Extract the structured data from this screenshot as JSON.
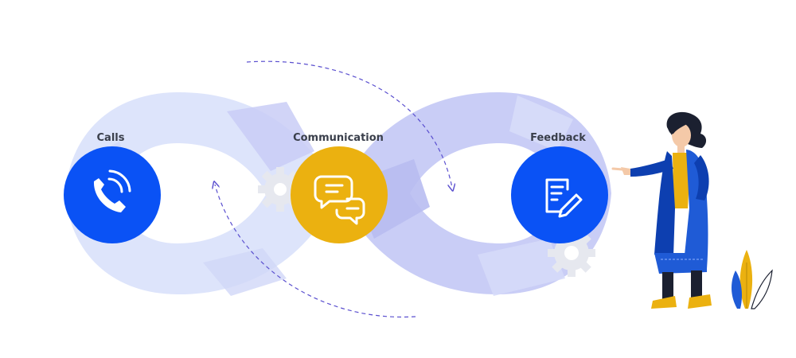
{
  "nodes": [
    {
      "id": "calls",
      "label": "Calls",
      "icon": "phone-icon",
      "color": "#0a52f5"
    },
    {
      "id": "communication",
      "label": "Communication",
      "icon": "chat-bubbles-icon",
      "color": "#ebb110"
    },
    {
      "id": "feedback",
      "label": "Feedback",
      "icon": "document-edit-icon",
      "color": "#0a52f5"
    }
  ],
  "colors": {
    "loop_light": "#dde4fb",
    "loop_mid": "#c9cdf6",
    "gear": "#e6e8ef",
    "dashed_arrow": "#5a4fcf",
    "label_text": "#3a3f4b"
  },
  "illustration": {
    "person": "woman-pointing-illustration",
    "plant": "plant-illustration"
  }
}
